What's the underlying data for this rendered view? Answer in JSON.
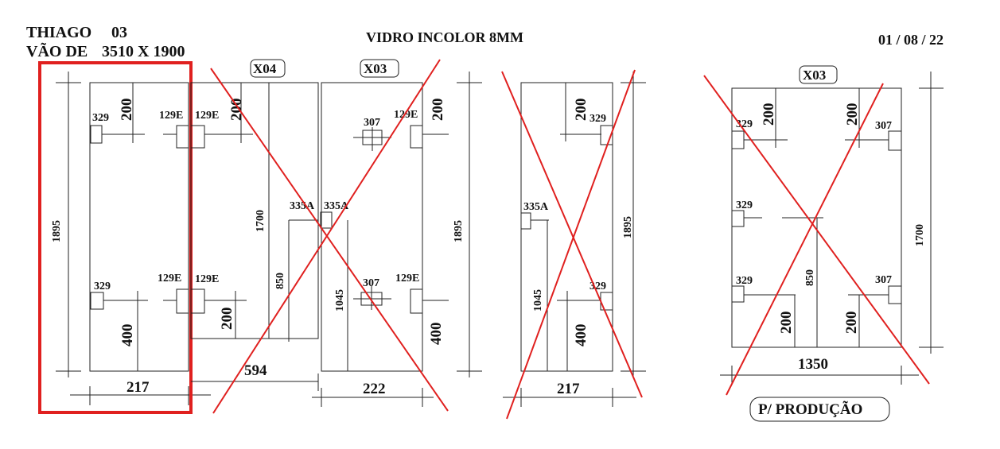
{
  "header": {
    "client": "THIAGO",
    "client_code": "03",
    "span_label": "VÃO DE",
    "span_value": "3510 X 1900",
    "glass": "VIDRO INCOLOR 8MM",
    "date": "01 / 08 / 22"
  },
  "footer": {
    "status": "P/ PRODUÇÃO"
  },
  "colors": {
    "cancel": "#e0201f",
    "line": "#222222"
  },
  "panels": {
    "p1": {
      "height_dim": "1895",
      "width_dim": "217",
      "hw_top_left": "329",
      "hw_top_right": "129E",
      "hw_bot_left": "329",
      "hw_bot_right": "129E",
      "dim_top": "200",
      "dim_bottom": "400"
    },
    "p2": {
      "tag": "X04",
      "hw_top": "129E",
      "hw_bot": "129E",
      "hw_mid": "335A",
      "dim_top": "200",
      "dim_bottom": "200",
      "dim_height": "1700",
      "dim_mid": "850",
      "width_dim": "594"
    },
    "p3": {
      "tag": "X03",
      "hw_mid": "335A",
      "hw_top_center": "307",
      "hw_top_right": "129E",
      "hw_bot_center": "307",
      "hw_bot_right": "129E",
      "dim_top": "200",
      "dim_bottom": "400",
      "dim_mid": "1045",
      "height_dim": "1895",
      "width_dim": "222"
    },
    "p4": {
      "hw_top": "329",
      "hw_mid": "335A",
      "hw_bot": "329",
      "dim_top": "200",
      "dim_bottom": "400",
      "dim_mid": "1045",
      "height_dim": "1895",
      "width_dim": "217"
    },
    "p5": {
      "tag": "X03",
      "hw_tl": "329",
      "hw_ml": "329",
      "hw_bl": "329",
      "hw_tr": "307",
      "hw_br": "307",
      "dim_top_left": "200",
      "dim_top_right": "200",
      "dim_bot_left": "200",
      "dim_bot_right": "200",
      "dim_mid": "850",
      "height_dim": "1700",
      "width_dim": "1350"
    }
  }
}
